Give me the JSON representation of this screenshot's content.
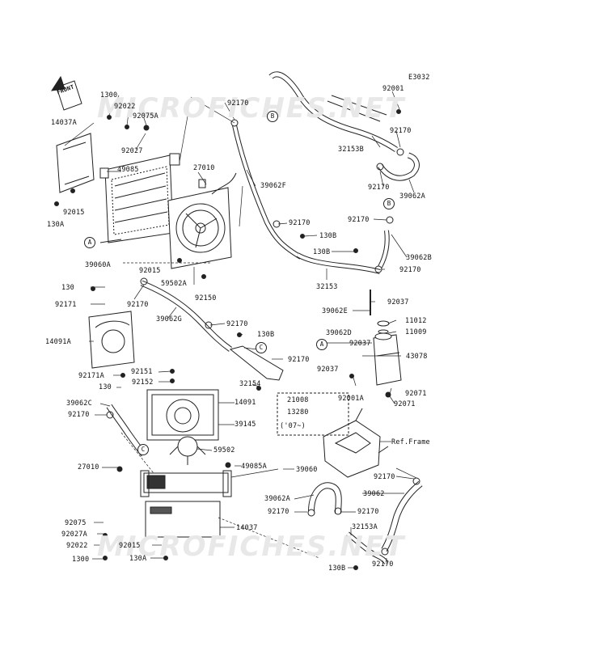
{
  "diagram_code": "E3032",
  "front_arrow": "FRONT",
  "watermark": "MICROFICHES.NET",
  "ref_frame": "Ref.Frame",
  "year_note": "('07~)",
  "circle_refs": {
    "a": "A",
    "b": "B",
    "c": "C"
  },
  "labels": {
    "l_1300_top": "1300",
    "l_92022_top": "92022",
    "l_92075a": "92075A",
    "l_14037a": "14037A",
    "l_92027": "92027",
    "l_49085": "49085",
    "l_27010_top": "27010",
    "l_130a_top": "130A",
    "l_92015_left": "92015",
    "l_39060a": "39060A",
    "l_92015_mid": "92015",
    "l_59502a": "59502A",
    "l_92150": "92150",
    "l_130_left": "130",
    "l_92171": "92171",
    "l_92170_a": "92170",
    "l_39062g": "39062G",
    "l_14091a": "14091A",
    "l_92170_b": "92170",
    "l_39062f": "39062F",
    "l_92170_c": "92170",
    "l_130b_a": "130B",
    "l_130b_b": "130B",
    "l_32153": "32153",
    "l_92001": "92001",
    "l_92170_d": "92170",
    "l_32153b": "32153B",
    "l_92170_e": "92170",
    "l_39062a": "39062A",
    "l_92170_f": "92170",
    "l_39062b": "39062B",
    "l_92170_g": "92170",
    "l_39062e": "39062E",
    "l_92037_a": "92037",
    "l_11012": "11012",
    "l_11009": "11009",
    "l_39062d": "39062D",
    "l_92037_b": "92037",
    "l_43078": "43078",
    "l_92037_c": "92037",
    "l_92001a": "92001A",
    "l_92071_a": "92071",
    "l_92071_b": "92071",
    "l_92170_h": "92170",
    "l_130b_c": "130B",
    "l_92170_i": "92170",
    "l_32154": "32154",
    "l_92151": "92151",
    "l_92171a": "92171A",
    "l_130_mid": "130",
    "l_92152": "92152",
    "l_14091": "14091",
    "l_39062c": "39062C",
    "l_92170_j": "92170",
    "l_39145": "39145",
    "l_21008": "21008",
    "l_13280": "13280",
    "l_59502": "59502",
    "l_27010_bot": "27010",
    "l_49085a": "49085A",
    "l_39060": "39060",
    "l_92170_k": "92170",
    "l_39062": "39062",
    "l_39062a_bot": "39062A",
    "l_92170_l": "92170",
    "l_92170_m": "92170",
    "l_14037": "14037",
    "l_92075": "92075",
    "l_92027a": "92027A",
    "l_92022_bot": "92022",
    "l_92015_bot": "92015",
    "l_130a_bot": "130A",
    "l_1300_bot": "1300",
    "l_32153a": "32153A",
    "l_130b_bot": "130B",
    "l_92170_n": "92170"
  }
}
